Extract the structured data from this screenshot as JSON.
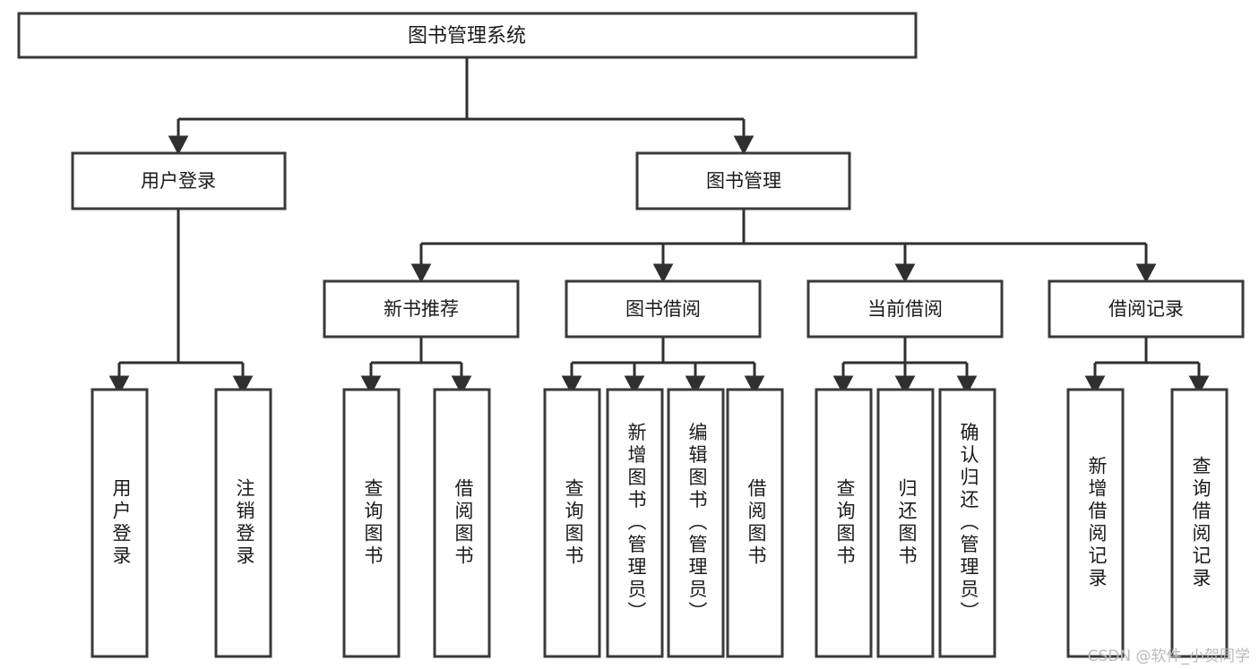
{
  "diagram": {
    "title": "图书管理系统",
    "type": "hierarchy-tree",
    "orientation": "top-down",
    "colors": {
      "box_stroke": "#3a3a3a",
      "box_fill": "#ffffff",
      "line": "#2f2f2f",
      "text": "#1a1a1a",
      "watermark": "#b9b9b9"
    },
    "levels": {
      "root": {
        "label": "图书管理系统"
      },
      "level2": [
        {
          "id": "user-login",
          "label": "用户登录"
        },
        {
          "id": "book-management",
          "label": "图书管理"
        }
      ],
      "level3": [
        {
          "id": "new-book-recommend",
          "label": "新书推荐",
          "parent": "book-management"
        },
        {
          "id": "book-borrow",
          "label": "图书借阅",
          "parent": "book-management"
        },
        {
          "id": "current-borrow",
          "label": "当前借阅",
          "parent": "book-management"
        },
        {
          "id": "borrow-record",
          "label": "借阅记录",
          "parent": "book-management"
        }
      ],
      "leaves": [
        {
          "id": "leaf-user-login",
          "label": "用户登录",
          "parent": "user-login"
        },
        {
          "id": "leaf-logout-login",
          "label": "注销登录",
          "parent": "user-login"
        },
        {
          "id": "leaf-query-book-1",
          "label": "查询图书",
          "parent": "new-book-recommend"
        },
        {
          "id": "leaf-borrow-book-1",
          "label": "借阅图书",
          "parent": "new-book-recommend"
        },
        {
          "id": "leaf-query-book-2",
          "label": "查询图书",
          "parent": "book-borrow"
        },
        {
          "id": "leaf-add-book",
          "label": "新增图书（管理员）",
          "parent": "book-borrow"
        },
        {
          "id": "leaf-edit-book",
          "label": "编辑图书（管理员）",
          "parent": "book-borrow"
        },
        {
          "id": "leaf-borrow-book-2",
          "label": "借阅图书",
          "parent": "book-borrow"
        },
        {
          "id": "leaf-query-book-3",
          "label": "查询图书",
          "parent": "current-borrow"
        },
        {
          "id": "leaf-return-book",
          "label": "归还图书",
          "parent": "current-borrow"
        },
        {
          "id": "leaf-confirm-return",
          "label": "确认归还（管理员）",
          "parent": "current-borrow"
        },
        {
          "id": "leaf-add-record",
          "label": "新增借阅记录",
          "parent": "borrow-record"
        },
        {
          "id": "leaf-query-record",
          "label": "查询借阅记录",
          "parent": "borrow-record"
        }
      ]
    },
    "watermark": "CSDN @软件_小贺同学"
  }
}
